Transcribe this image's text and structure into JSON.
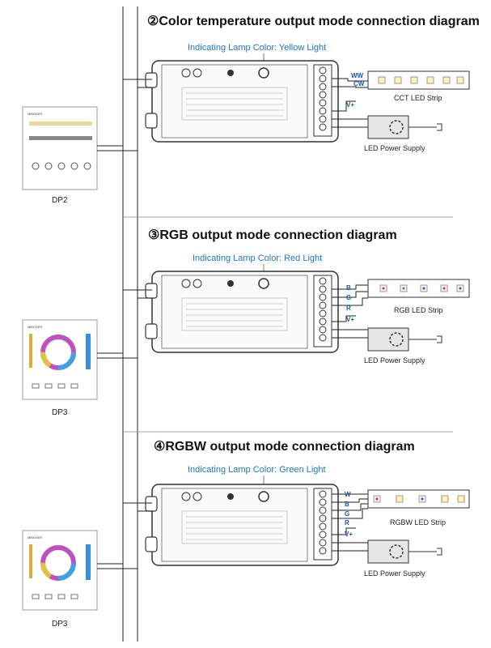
{
  "sections": [
    {
      "title": "②Color temperature output mode connection diagram",
      "indicator": "Indicating Lamp Color: Yellow Light",
      "indicator_color": "#f2c200",
      "panel_name": "DP2",
      "panel_brand": "MiBOXER",
      "strip_label": "CCT LED Strip",
      "wires": [
        "WW",
        "CW",
        "V+"
      ],
      "power_label": "LED Power Supply"
    },
    {
      "title": "③RGB output mode connection diagram",
      "indicator": "Indicating Lamp Color: Red Light",
      "indicator_color": "#e02020",
      "panel_name": "DP3",
      "panel_brand": "MiBOXER",
      "strip_label": "RGB LED Strip",
      "wires": [
        "B",
        "G",
        "R",
        "V+"
      ],
      "power_label": "LED Power Supply"
    },
    {
      "title": "④RGBW output mode connection diagram",
      "indicator": "Indicating Lamp Color: Green Light",
      "indicator_color": "#20a040",
      "panel_name": "DP3",
      "panel_brand": "MiBOXER",
      "strip_label": "RGBW LED Strip",
      "wires": [
        "W",
        "B",
        "G",
        "R",
        "V+"
      ],
      "power_label": "LED Power Supply"
    }
  ],
  "colors": {
    "wire": "#222222",
    "wire_label": "#1a56a8",
    "indicator_text": "#1a78c2"
  }
}
